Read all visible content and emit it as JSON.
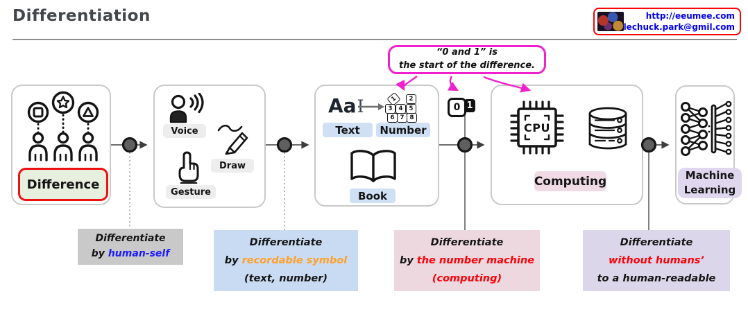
{
  "header": {
    "title": "Differentiation"
  },
  "badge": {
    "url": "http://eeumee.com",
    "email": "lechuck.park@gmil.com"
  },
  "callout": {
    "line1": "“0 and 1” is",
    "line2": "the start of the difference."
  },
  "flow": {
    "difference": {
      "label": "Difference"
    },
    "expression": {
      "voice": "Voice",
      "draw": "Draw",
      "gesture": "Gesture"
    },
    "symbols": {
      "aa": "Aa",
      "cursor": "I",
      "text_label": "Text",
      "number_label": "Number",
      "book_label": "Book",
      "digits": [
        "1",
        "2",
        "3",
        "4",
        "5",
        "6",
        "7",
        "8"
      ]
    },
    "binary": {
      "zero": "0",
      "one": "1"
    },
    "computing": {
      "cpu": "CPU",
      "label": "Computing"
    },
    "ml": {
      "line1": "Machine",
      "line2": "Learning"
    }
  },
  "annotations": {
    "human": {
      "line1": "Differentiate",
      "by": "by",
      "highlight": "human-self"
    },
    "symbol": {
      "line1": "Differentiate",
      "by": "by",
      "highlight": "recordable symbol",
      "line3": "(text, number)"
    },
    "machine": {
      "line1": "Differentiate",
      "by": "by",
      "highlight": "the number machine",
      "line3": "(computing)"
    },
    "auto": {
      "line1": "Differentiate",
      "highlight": "without humans’",
      "line3": "to a human-readable"
    }
  },
  "colors": {
    "accent_red": "#ee1111",
    "magenta": "#f021cc",
    "link_blue": "#0000ee",
    "highlight_blue": "#1a1aff",
    "highlight_orange": "#ffa126",
    "highlight_red": "#fb0207",
    "difference_bg": "#e7f0df",
    "symbol_chip_bg": "#cfe0f5",
    "computing_bg": "#f0dbe5",
    "ml_bg": "#ded7ee",
    "note_gray_bg": "#c9c9c9",
    "note_blue_bg": "#c9daf3",
    "note_pink_bg": "#eed8e0",
    "note_purple_bg": "#dcd6ea"
  }
}
